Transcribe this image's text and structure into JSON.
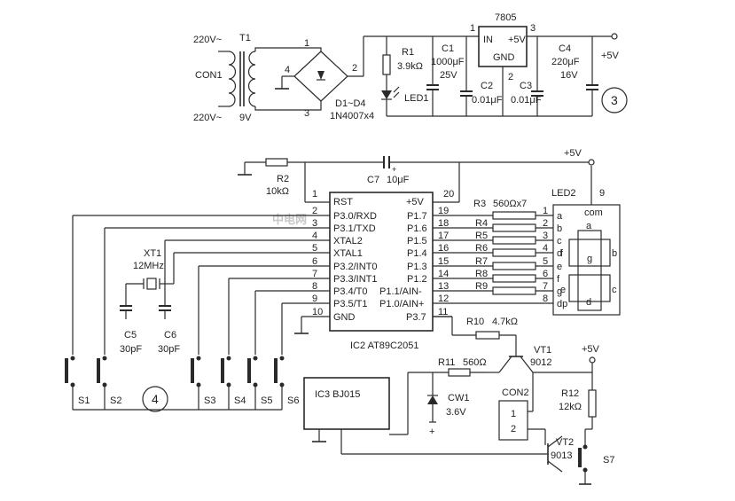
{
  "power": {
    "ac_top": "220V~",
    "ac_bot": "220V~",
    "con1": "CON1",
    "t1": "T1",
    "t1_sec": "9V",
    "br_n1": "1",
    "br_n2": "2",
    "br_n3": "3",
    "br_n4": "4",
    "diodes": "D1~D4",
    "diode_type": "1N4007x4",
    "r1": "R1",
    "r1_val": "3.9kΩ",
    "led1": "LED1",
    "c1": "C1",
    "c1_val": "1000μF",
    "c1_v": "25V",
    "c2": "C2",
    "c2_val": "0.01μF",
    "reg": "7805",
    "reg_in": "IN",
    "reg_out": "+5V",
    "reg_gnd": "GND",
    "reg_p1": "1",
    "reg_p2": "2",
    "reg_p3": "3",
    "c3": "C3",
    "c3_val": "0.01μF",
    "c4": "C4",
    "c4_val": "220μF",
    "c4_v": "16V",
    "vout": "+5V",
    "section": "3"
  },
  "mcu": {
    "vcc": "+5V",
    "r2": "R2",
    "r2_val": "10kΩ",
    "c7": "C7",
    "c7_val": "10μF",
    "n1": "1",
    "n20": "20",
    "xt1": "XT1",
    "xt1_freq": "12MHz",
    "c5": "C5",
    "c5_val": "30pF",
    "c6": "C6",
    "c6_val": "30pF",
    "left_pins": [
      {
        "num": "2",
        "name": "P3.0/RXD"
      },
      {
        "num": "3",
        "name": "P3.1/TXD"
      },
      {
        "num": "4",
        "name": "XTAL2"
      },
      {
        "num": "5",
        "name": "XTAL1"
      },
      {
        "num": "6",
        "name": "P3.2/INT0"
      },
      {
        "num": "7",
        "name": "P3.3/INT1"
      },
      {
        "num": "8",
        "name": "P3.4/T0"
      },
      {
        "num": "9",
        "name": "P3.5/T1"
      },
      {
        "num": "10",
        "name": "GND"
      }
    ],
    "top_left": "RST",
    "top_right": "+5V",
    "right_pins": [
      {
        "num": "19",
        "name": "P1.7"
      },
      {
        "num": "18",
        "name": "P1.6"
      },
      {
        "num": "17",
        "name": "P1.5"
      },
      {
        "num": "16",
        "name": "P1.4"
      },
      {
        "num": "15",
        "name": "P1.3"
      },
      {
        "num": "14",
        "name": "P1.2"
      },
      {
        "num": "13",
        "name": "P1.1/AIN-"
      },
      {
        "num": "12",
        "name": "P1.0/AIN+"
      },
      {
        "num": "11",
        "name": "P3.7"
      }
    ],
    "ic_label": "IC2  AT89C2051",
    "switches": [
      "S1",
      "S2",
      "S3",
      "S4",
      "S5",
      "S6"
    ],
    "section": "4"
  },
  "display": {
    "r3_label": "R3",
    "r3_val": "560Ωx7",
    "resistors": [
      "R4",
      "R5",
      "R6",
      "R7",
      "R8",
      "R9"
    ],
    "seg_nums": [
      "1",
      "2",
      "3",
      "4",
      "5",
      "6",
      "7",
      "8"
    ],
    "seg_letters": [
      "a",
      "b",
      "c",
      "d",
      "e",
      "f",
      "g",
      "dp"
    ],
    "led2": "LED2",
    "led2_pin": "9",
    "com": "com",
    "inner": {
      "a": "a",
      "b": "b",
      "c": "c",
      "d": "d",
      "e": "e",
      "f": "f",
      "g": "g"
    }
  },
  "output": {
    "r10": "R10",
    "r10_val": "4.7kΩ",
    "vt1": "VT1",
    "vt1_type": "9012",
    "vcc": "+5V",
    "r11": "R11",
    "r11_val": "560Ω",
    "cw1": "CW1",
    "cw1_val": "3.6V",
    "ic3": "IC3  BJ015",
    "con2": "CON2",
    "con2_p1": "1",
    "con2_p2": "2",
    "r12": "R12",
    "r12_val": "12kΩ",
    "vt2": "VT2",
    "vt2_type": "9013",
    "s7": "S7",
    "plus": "+"
  },
  "watermark": "中电网"
}
